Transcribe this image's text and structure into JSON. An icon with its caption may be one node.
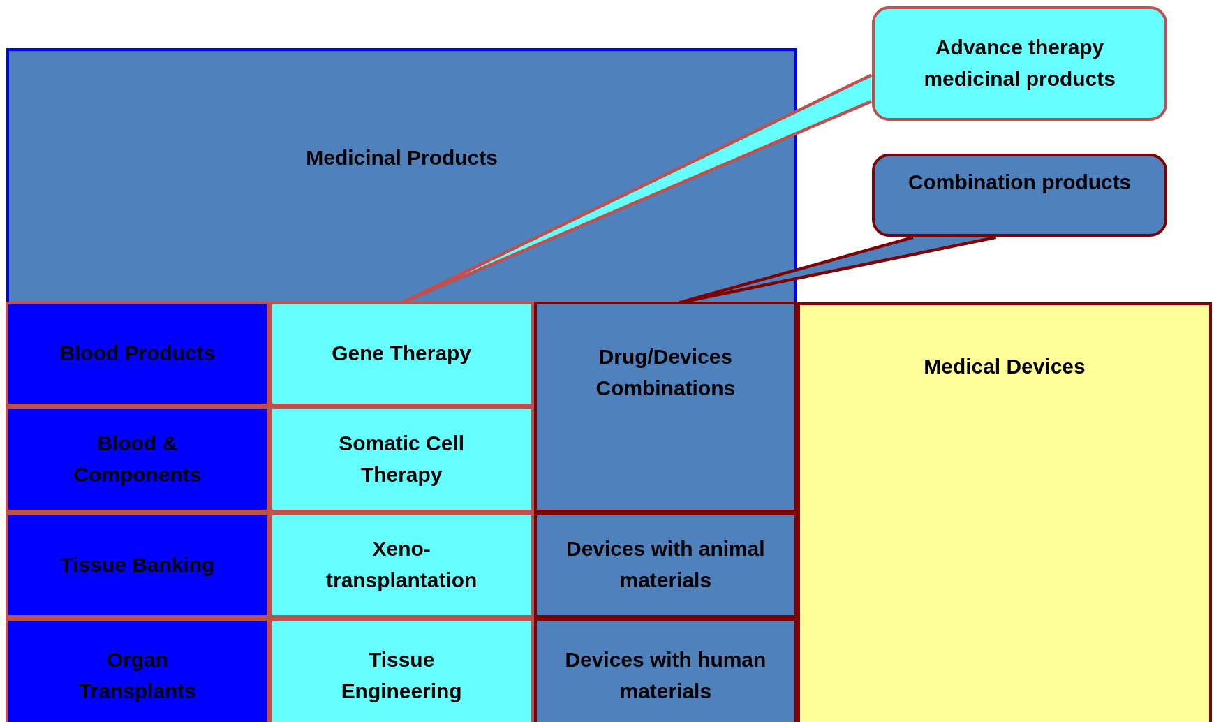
{
  "diagram": {
    "nodes": [
      {
        "text": [
          "Medicinal Products"
        ]
      },
      {
        "text": [
          "Advance therapy medicinal products"
        ]
      },
      {
        "text": [
          "Combination products"
        ]
      },
      {
        "text": [
          "Blood Products"
        ],
        "in": 0
      },
      {
        "text": [
          "Gene Therapy"
        ],
        "in": 0
      },
      {
        "text": [
          "Drug/Devices Combinations"
        ],
        "in": 0
      },
      {
        "text": [
          "Medical Devices"
        ]
      },
      {
        "text": [
          "Blood & Components"
        ],
        "in": 0
      },
      {
        "text": [
          "Somatic Cell Therapy"
        ],
        "in": 0
      },
      {
        "text": [
          "Tissue Banking"
        ],
        "in": 0
      },
      {
        "text": [
          "Xeno-transplantation"
        ],
        "in": 0
      },
      {
        "text": [
          "Devices with animal materials"
        ],
        "in": 0
      },
      {
        "text": [
          "Organ Transplants"
        ],
        "in": 0
      },
      {
        "text": [
          "Tissue Engineering"
        ],
        "in": 0
      },
      {
        "text": [
          "Devices with human materials"
        ],
        "in": 0
      }
    ],
    "edges": [
      {
        "from": 1,
        "to": 4,
        "arrow": "none"
      },
      {
        "from": 2,
        "to": 5,
        "arrow": "none"
      }
    ]
  }
}
